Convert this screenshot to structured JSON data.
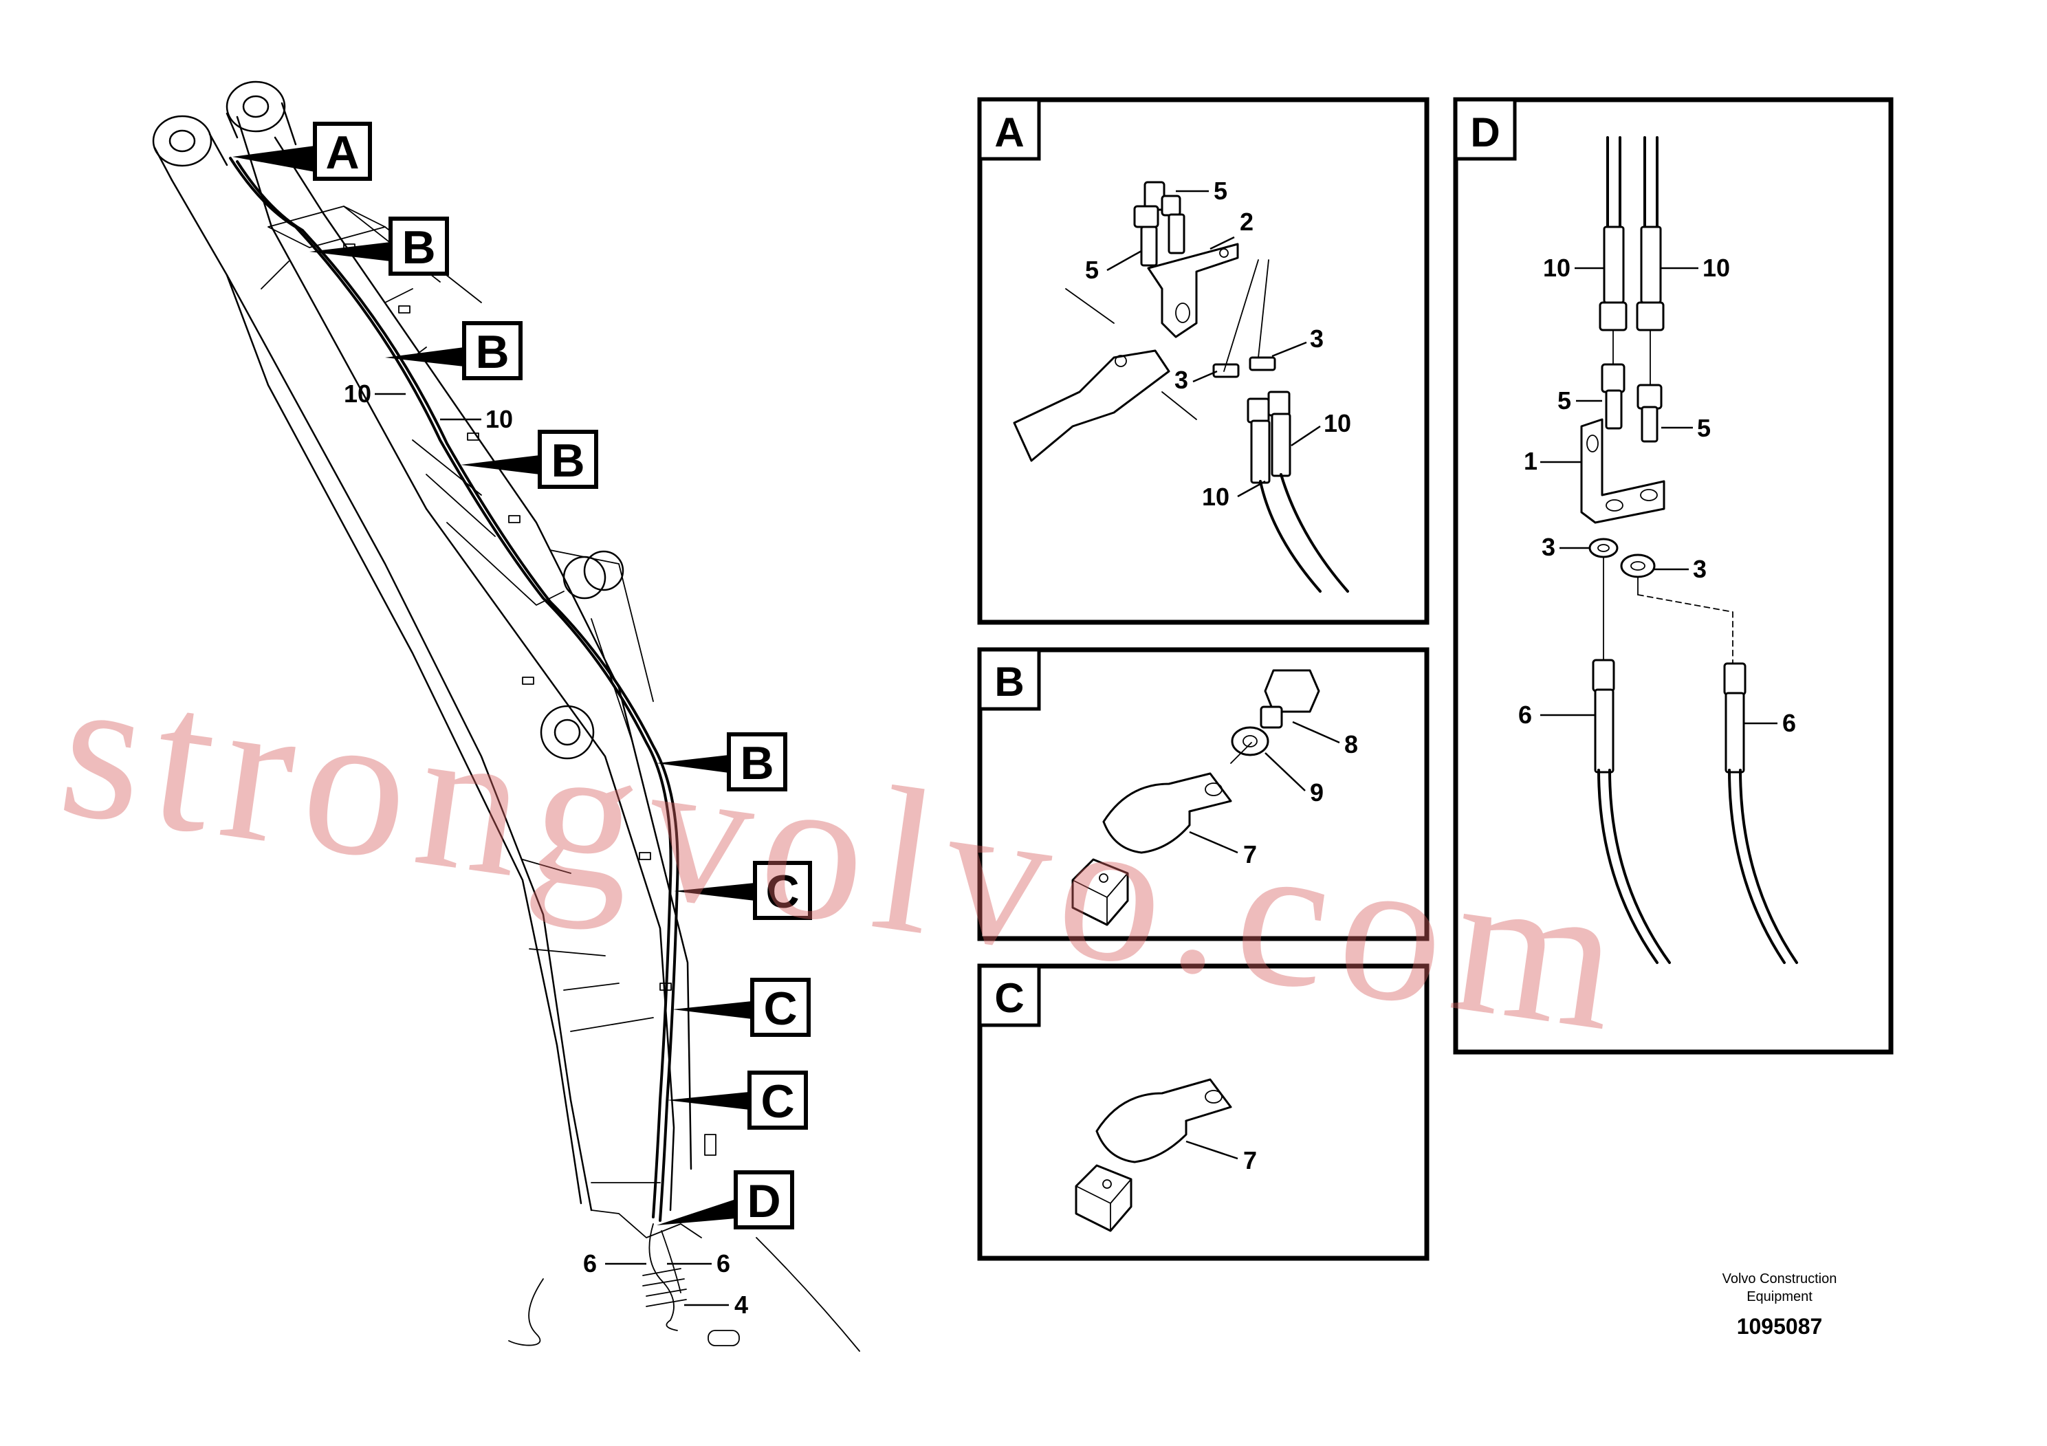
{
  "callouts": {
    "a": "A",
    "b": "B",
    "c": "C",
    "d": "D"
  },
  "panels": {
    "a": {
      "tag": "A",
      "labels": {
        "p5a": "5",
        "p5b": "5",
        "p2": "2",
        "p3a": "3",
        "p3b": "3",
        "p10a": "10",
        "p10b": "10"
      }
    },
    "b": {
      "tag": "B",
      "labels": {
        "p8": "8",
        "p9": "9",
        "p7": "7"
      }
    },
    "c": {
      "tag": "C",
      "labels": {
        "p7": "7"
      }
    },
    "d": {
      "tag": "D",
      "labels": {
        "p10a": "10",
        "p10b": "10",
        "p5a": "5",
        "p5b": "5",
        "p1": "1",
        "p3a": "3",
        "p3b": "3",
        "p6a": "6",
        "p6b": "6"
      }
    }
  },
  "boom_labels": {
    "p10a": "10",
    "p10b": "10",
    "p6a": "6",
    "p6b": "6",
    "p4": "4"
  },
  "footer": {
    "company_line1": "Volvo Construction",
    "company_line2": "Equipment",
    "drawing_number": "1095087"
  },
  "watermark": "strongvolvo.com"
}
